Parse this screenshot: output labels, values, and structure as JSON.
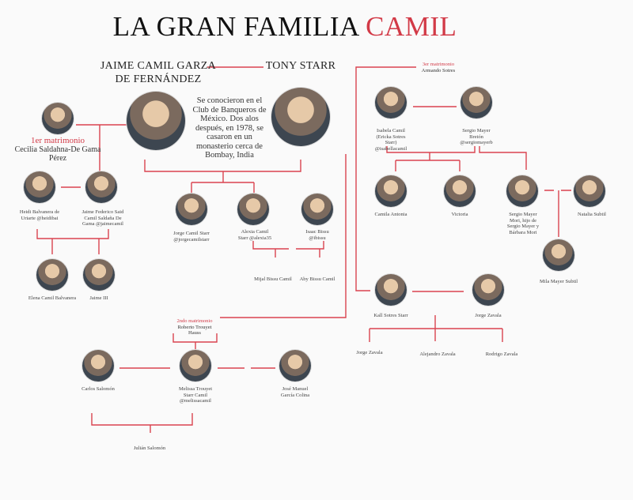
{
  "title": {
    "main": "LA GRAN FAMILIA ",
    "accent": "CAMIL"
  },
  "accent_color": "#d23a47",
  "patriarch": {
    "name_line1": "JAIME CAMIL GARZA",
    "name_line2": "DE FERNÁNDEZ"
  },
  "matriarch": {
    "name": "TONY STARR"
  },
  "story": "Se conocieron en el Club de Banqueros de México. Dos alos después, en 1978, se casaron en un monasterio cerca de Bombay, India",
  "first_marriage": {
    "label": "1er matrimonio",
    "name": "Cecilia Saldahna-De Gama Pérez"
  },
  "second_marriage": {
    "label": "2ndo matrimonio",
    "name": "Roberto Trouyet Hauss"
  },
  "third_marriage": {
    "label": "3er matrimonio",
    "name": "Armando Sotres"
  },
  "people": {
    "heidi": "Heidi Balvanera de Uriarte @heidibai",
    "jaime_f": "Jaime Federico Said Camil Saldaña De Gama @jaimecamil",
    "elena": "Elena Camil Balvanera",
    "jaime3": "Jaime III",
    "jorge_camil": "Jorge Camil Starr @jorgecamilstarr",
    "alexia": "Alexia Camil Starr @alexia35",
    "isaac": "Isaac Bissu @ibissu",
    "mijal": "Mijal Bissu Camil",
    "aby": "Aby Bissu Camil",
    "isabela": "Isabela Camil (Ericka Sotres Starr) @isabellacamil",
    "sergio": "Sergio Mayer Bretón @sergiomayerb",
    "camila": "Camila Antonia",
    "victoria": "Victoria",
    "sergio_mori": "Sergio Mayer Mori, hijo de Sergio Mayer y Bárbara Mori",
    "natalia": "Natalia Subtil",
    "mila": "Mila Mayer Subtil",
    "kall": "Kall Sotres Starr",
    "jorge_zavala": "Jorge Zavala",
    "jorge_zavala_jr": "Jorge Zavala",
    "alejandro": "Alejandro Zavala",
    "rodrigo": "Rodrigo Zavala",
    "carlos": "Carlos Salomón",
    "melisa": "Melissa Trouyet Starr Camil @melissacamil",
    "jose": "José Manuel García Colina",
    "julian": "Julián Salomón"
  }
}
